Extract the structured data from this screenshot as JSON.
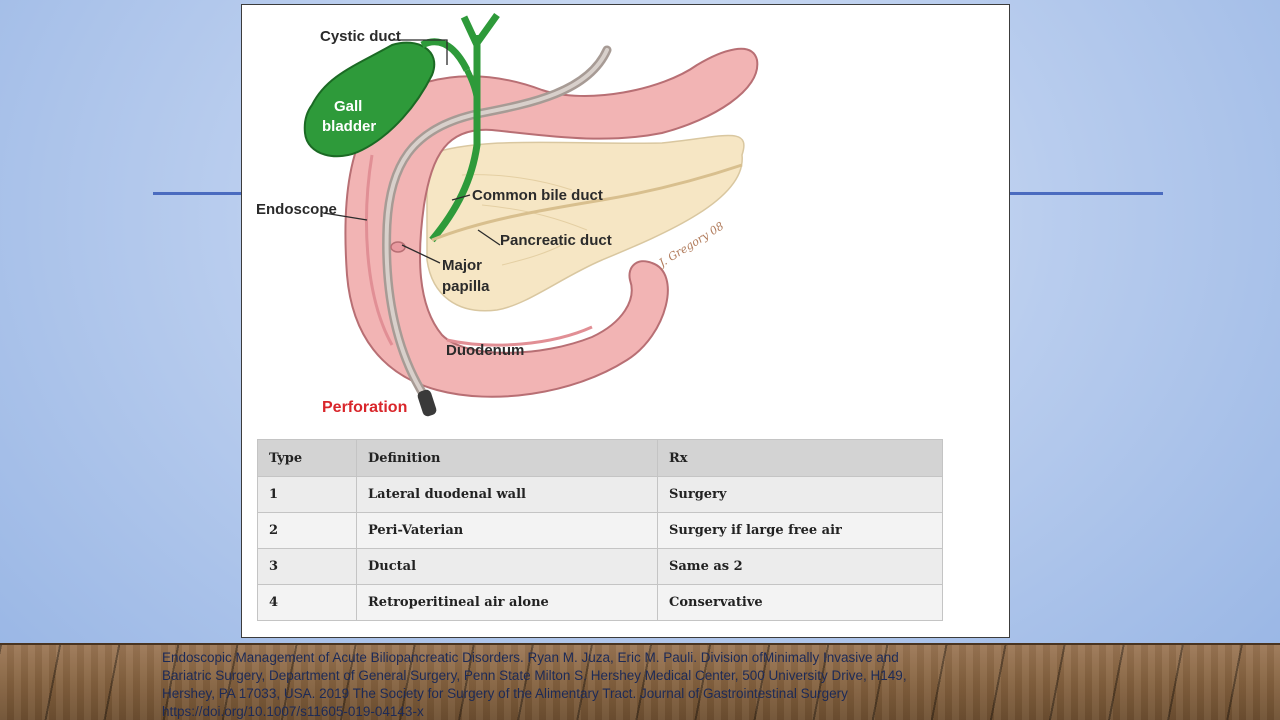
{
  "diagram": {
    "labels": {
      "cystic_duct": "Cystic duct",
      "gall_bladder_line1": "Gall",
      "gall_bladder_line2": "bladder",
      "endoscope": "Endoscope",
      "common_bile_duct": "Common bile duct",
      "pancreatic_duct": "Pancreatic duct",
      "major_papilla_line1": "Major",
      "major_papilla_line2": "papilla",
      "duodenum": "Duodenum",
      "perforation": "Perforation",
      "signature": "J. Gregory 08"
    },
    "colors": {
      "duodenum": "#f2b4b4",
      "gall_bladder": "#2e9a3a",
      "pancreas": "#f6e6c4",
      "perforation_label": "#d9262b"
    }
  },
  "table": {
    "headers": [
      "Type",
      "Definition",
      "Rx"
    ],
    "rows": [
      [
        "1",
        "Lateral duodenal wall",
        "Surgery"
      ],
      [
        "2",
        "Peri-Vaterian",
        "Surgery if large free air"
      ],
      [
        "3",
        "Ductal",
        "Same as 2"
      ],
      [
        "4",
        "Retroperitineal air alone",
        "Conservative"
      ]
    ]
  },
  "citation": {
    "line1": "Endoscopic Management of Acute Biliopancreatic Disorders. Ryan M. Juza,  Eric M. Pauli. Division ofMinimally Invasive and",
    "line2": "Bariatric Surgery, Department of General Surgery, Penn State Milton S. Hershey Medical Center, 500 University Drive, H149,",
    "line3": "Hershey, PA 17033, USA. 2019 The Society for Surgery of the Alimentary Tract. Journal of Gastrointestinal Surgery",
    "line4": "https://doi.org/10.1007/s11605-019-04143-x"
  }
}
